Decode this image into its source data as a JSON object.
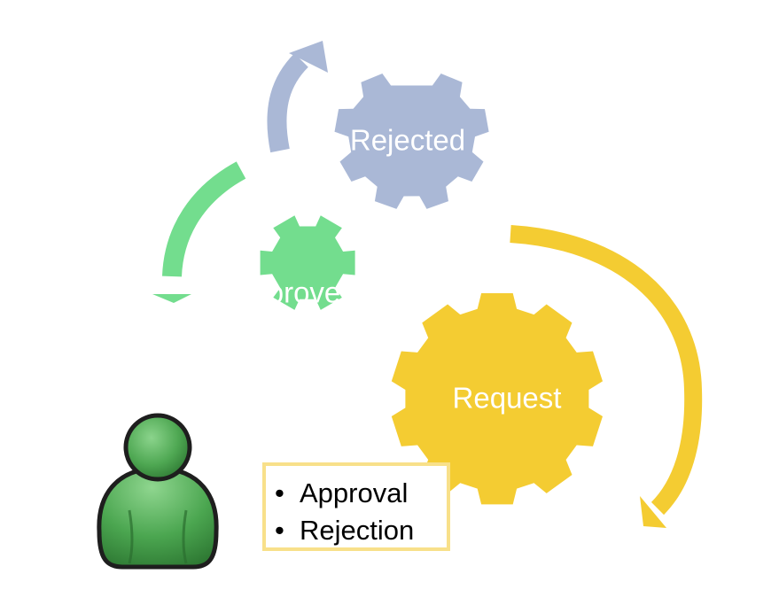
{
  "diagram": {
    "gears": [
      {
        "id": "rejected",
        "label": "Rejected",
        "color": "#aab8d6"
      },
      {
        "id": "approved",
        "label": "Approved",
        "color": "#73dd8e"
      },
      {
        "id": "request",
        "label": "Request",
        "color": "#f4cc32"
      }
    ],
    "arrows": [
      {
        "id": "blue-arrow",
        "color": "#aab8d6"
      },
      {
        "id": "green-arrow",
        "color": "#73dd8e"
      },
      {
        "id": "yellow-arrow",
        "color": "#f4cc32"
      }
    ],
    "callout": {
      "items": [
        "Approval",
        "Rejection"
      ],
      "bullet": "•",
      "border_color": "#f8e08a"
    },
    "person_icon": {
      "name": "user-icon",
      "color": "#3e9c45"
    }
  }
}
